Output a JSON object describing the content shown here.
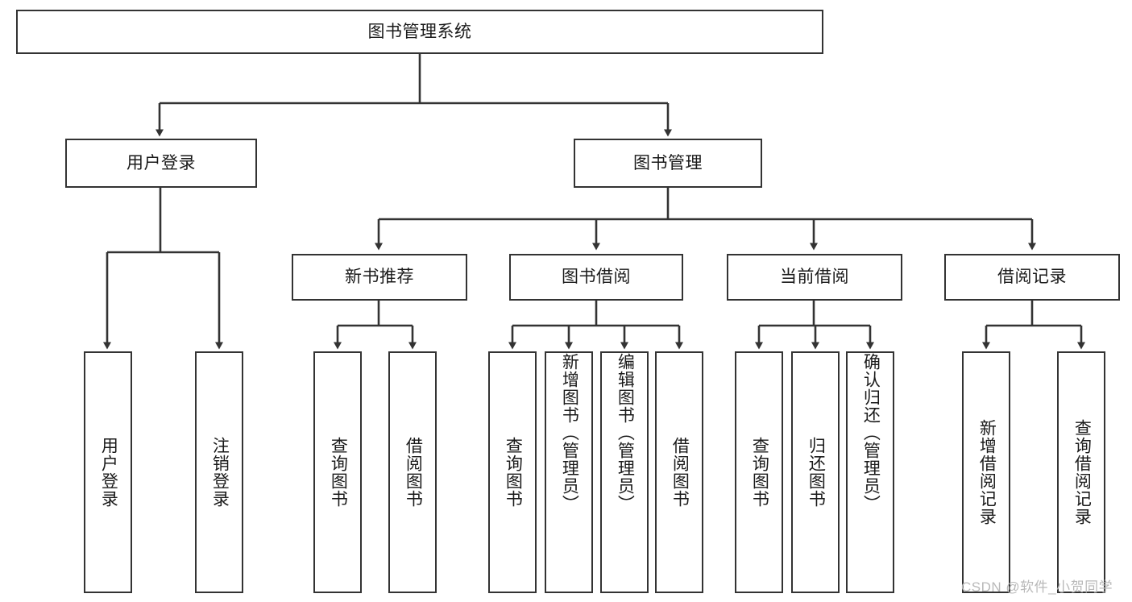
{
  "diagram": {
    "type": "tree-hierarchy-chart",
    "title": "图书管理系统",
    "line_color": "#333333",
    "box_fill": "#ffffff",
    "text_color": "#1a1a1a",
    "background": "#ffffff",
    "levels": [
      {
        "level": 1,
        "nodes": [
          {
            "id": "root",
            "label": "图书管理系统",
            "orientation": "horizontal"
          }
        ]
      },
      {
        "level": 2,
        "nodes": [
          {
            "id": "login",
            "label": "用户登录",
            "orientation": "horizontal",
            "parent": "root"
          },
          {
            "id": "bookmgmt",
            "label": "图书管理",
            "orientation": "horizontal",
            "parent": "root"
          }
        ]
      },
      {
        "level": 3,
        "nodes": [
          {
            "id": "recommend",
            "label": "新书推荐",
            "orientation": "horizontal",
            "parent": "bookmgmt"
          },
          {
            "id": "borrow",
            "label": "图书借阅",
            "orientation": "horizontal",
            "parent": "bookmgmt"
          },
          {
            "id": "current",
            "label": "当前借阅",
            "orientation": "horizontal",
            "parent": "bookmgmt"
          },
          {
            "id": "records",
            "label": "借阅记录",
            "orientation": "horizontal",
            "parent": "bookmgmt"
          }
        ]
      },
      {
        "level": 4,
        "nodes": [
          {
            "id": "leaf-user-login",
            "label": "用户登录",
            "orientation": "vertical",
            "parent": "login"
          },
          {
            "id": "leaf-user-logout",
            "label": "注销登录",
            "orientation": "vertical",
            "parent": "login"
          },
          {
            "id": "leaf-rec-query",
            "label": "查询图书",
            "orientation": "vertical",
            "parent": "recommend"
          },
          {
            "id": "leaf-rec-borrow",
            "label": "借阅图书",
            "orientation": "vertical",
            "parent": "recommend"
          },
          {
            "id": "leaf-borrow-query",
            "label": "查询图书",
            "orientation": "vertical",
            "parent": "borrow"
          },
          {
            "id": "leaf-borrow-add",
            "label": "新增图书（管理员）",
            "orientation": "vertical",
            "parent": "borrow"
          },
          {
            "id": "leaf-borrow-edit",
            "label": "编辑图书（管理员）",
            "orientation": "vertical",
            "parent": "borrow"
          },
          {
            "id": "leaf-borrow-lend",
            "label": "借阅图书",
            "orientation": "vertical",
            "parent": "borrow"
          },
          {
            "id": "leaf-cur-query",
            "label": "查询图书",
            "orientation": "vertical",
            "parent": "current"
          },
          {
            "id": "leaf-cur-return",
            "label": "归还图书",
            "orientation": "vertical",
            "parent": "current"
          },
          {
            "id": "leaf-cur-confirm",
            "label": "确认归还（管理员）",
            "orientation": "vertical",
            "parent": "current"
          },
          {
            "id": "leaf-rec-add",
            "label": "新增借阅记录",
            "orientation": "vertical",
            "parent": "records"
          },
          {
            "id": "leaf-rec-search",
            "label": "查询借阅记录",
            "orientation": "vertical",
            "parent": "records"
          }
        ]
      }
    ]
  },
  "watermark": {
    "text": "CSDN @软件_小贺同学"
  }
}
